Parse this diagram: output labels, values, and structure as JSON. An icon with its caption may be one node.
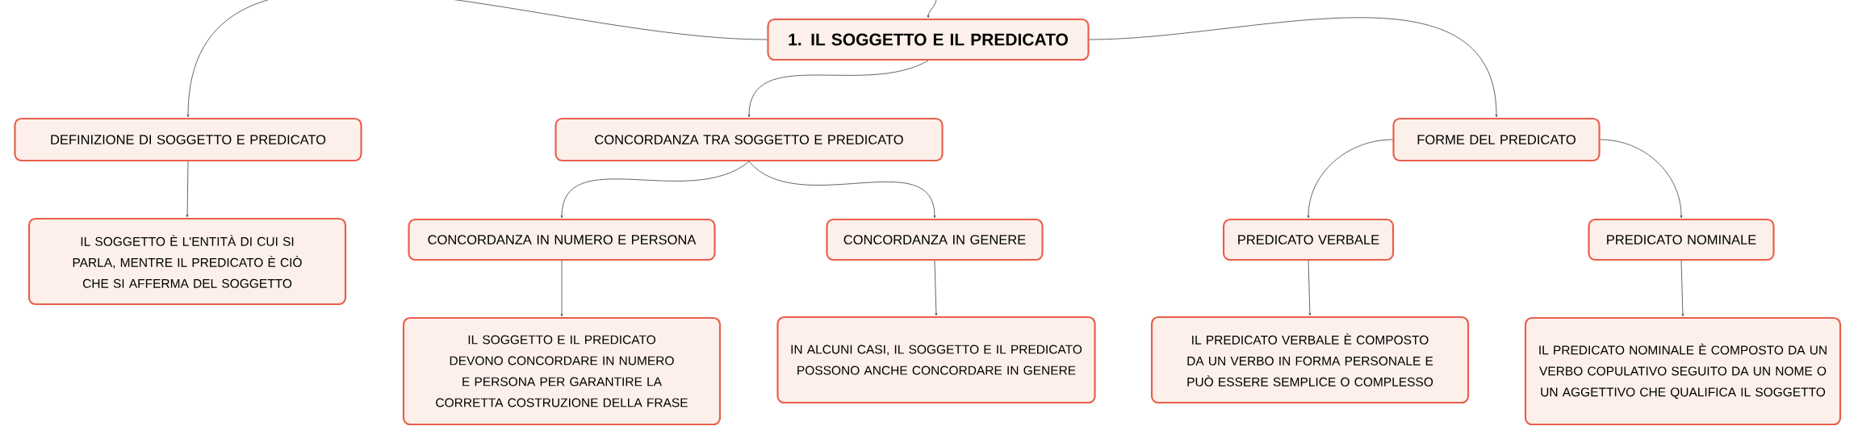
{
  "diagram": {
    "nodes": [
      {
        "text": [
          "1. IL SOGGETTO E IL PREDICATO"
        ]
      },
      {
        "text": [
          "DEFINIZIONE DI SOGGETTO E PREDICATO"
        ]
      },
      {
        "text": [
          "IL SOGGETTO È L'ENTITÀ DI CUI SI PARLA, MENTRE IL PREDICATO È CIÒ CHE SI AFFERMA DEL SOGGETTO"
        ]
      },
      {
        "text": [
          "CONCORDANZA TRA SOGGETTO E PREDICATO"
        ]
      },
      {
        "text": [
          "CONCORDANZA IN NUMERO E PERSONA"
        ]
      },
      {
        "text": [
          "IL SOGGETTO E IL PREDICATO DEVONO CONCORDARE IN NUMERO E PERSONA PER GARANTIRE LA CORRETTA COSTRUZIONE DELLA FRASE"
        ]
      },
      {
        "text": [
          "CONCORDANZA IN GENERE"
        ]
      },
      {
        "text": [
          "IN ALCUNI CASI, IL SOGGETTO E IL PREDICATO POSSONO ANCHE CONCORDARE IN GENERE"
        ]
      },
      {
        "text": [
          "FORME DEL PREDICATO"
        ]
      },
      {
        "text": [
          "PREDICATO VERBALE"
        ]
      },
      {
        "text": [
          "IL PREDICATO VERBALE È COMPOSTO DA UN VERBO IN FORMA PERSONALE E PUÒ ESSERE SEMPLICE O COMPLESSO"
        ]
      },
      {
        "text": [
          "PREDICATO NOMINALE"
        ]
      },
      {
        "text": [
          "IL PREDICATO NOMINALE È COMPOSTO DA UN VERBO COPULATIVO SEGUITO DA UN NOME O UN AGGETTIVO CHE QUALIFICA IL SOGGETTO"
        ]
      }
    ],
    "edges": [
      {
        "from": null,
        "to": 0,
        "arrow": "to"
      },
      {
        "from": 0,
        "to": 1,
        "arrow": "to"
      },
      {
        "from": 0,
        "to": 3,
        "arrow": "to"
      },
      {
        "from": 0,
        "to": 8,
        "arrow": "to"
      },
      {
        "from": 1,
        "to": 2,
        "arrow": "to"
      },
      {
        "from": 3,
        "to": 4,
        "arrow": "to"
      },
      {
        "from": 3,
        "to": 6,
        "arrow": "to"
      },
      {
        "from": 4,
        "to": 5,
        "arrow": "to"
      },
      {
        "from": 6,
        "to": 7,
        "arrow": "to"
      },
      {
        "from": 8,
        "to": 9,
        "arrow": "to"
      },
      {
        "from": 8,
        "to": 11,
        "arrow": "to"
      },
      {
        "from": 9,
        "to": 10,
        "arrow": "to"
      },
      {
        "from": 11,
        "to": 12,
        "arrow": "to"
      }
    ]
  }
}
